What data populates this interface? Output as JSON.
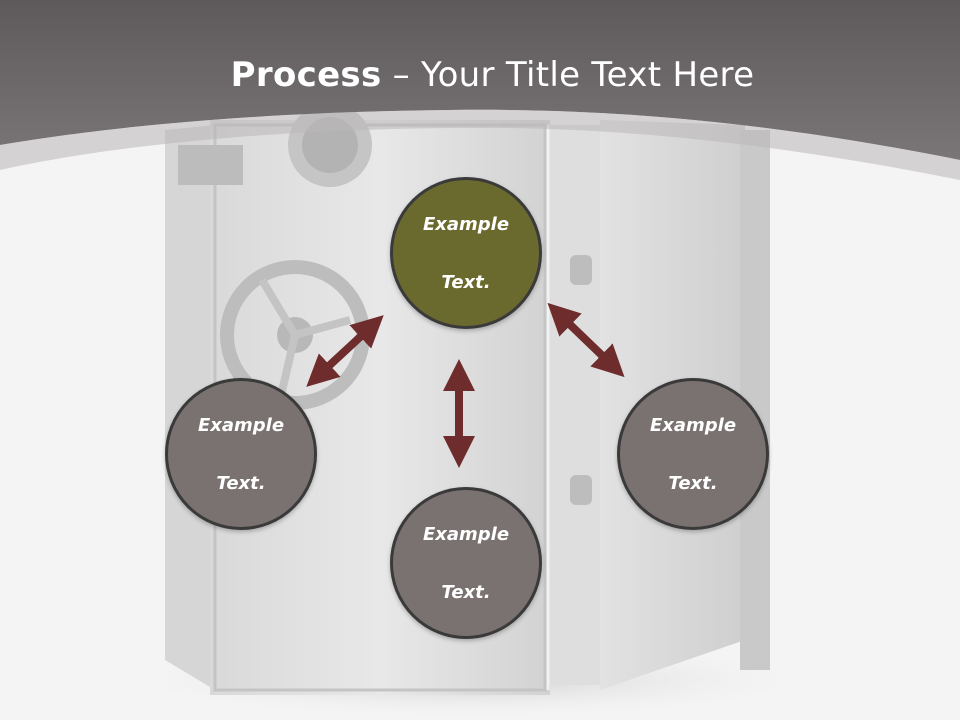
{
  "title": {
    "bold": "Process",
    "rest": " – Your Title Text Here"
  },
  "colors": {
    "header": "#6f6b6c",
    "accent_node": "#6b6a2e",
    "gray_node": "#7a7270",
    "arrow": "#6e2c2c"
  },
  "nodes": [
    {
      "line1": "Example",
      "line2": "Text."
    },
    {
      "line1": "Example",
      "line2": "Text."
    },
    {
      "line1": "Example",
      "line2": "Text."
    },
    {
      "line1": "Example",
      "line2": "Text."
    }
  ]
}
